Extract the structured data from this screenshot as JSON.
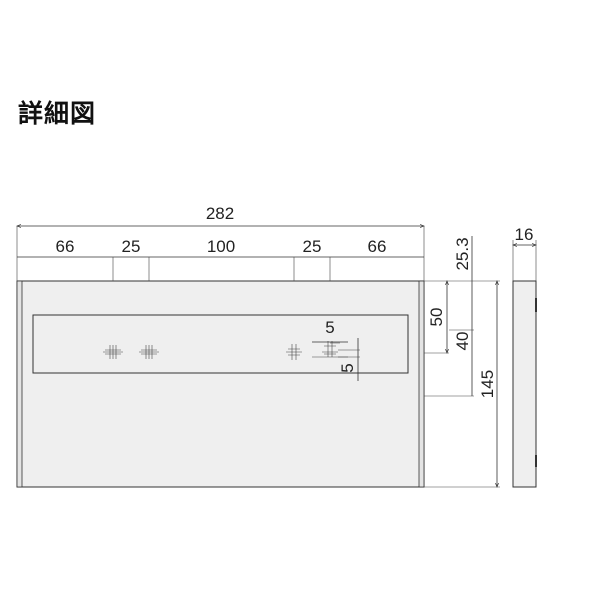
{
  "title": "詳細図",
  "colors": {
    "panel_fill": "#efefef",
    "line": "#333333"
  },
  "dimensions": {
    "overall_width": "282",
    "left_margin": "66",
    "hole_pitch_left": "25",
    "center_gap": "100",
    "hole_pitch_right": "25",
    "right_margin": "66",
    "top_offset": "25.3",
    "slot_offset": "50",
    "slot_height": "40",
    "overall_height": "145",
    "depth": "16",
    "hole_width": "5",
    "hole_height": "5"
  }
}
